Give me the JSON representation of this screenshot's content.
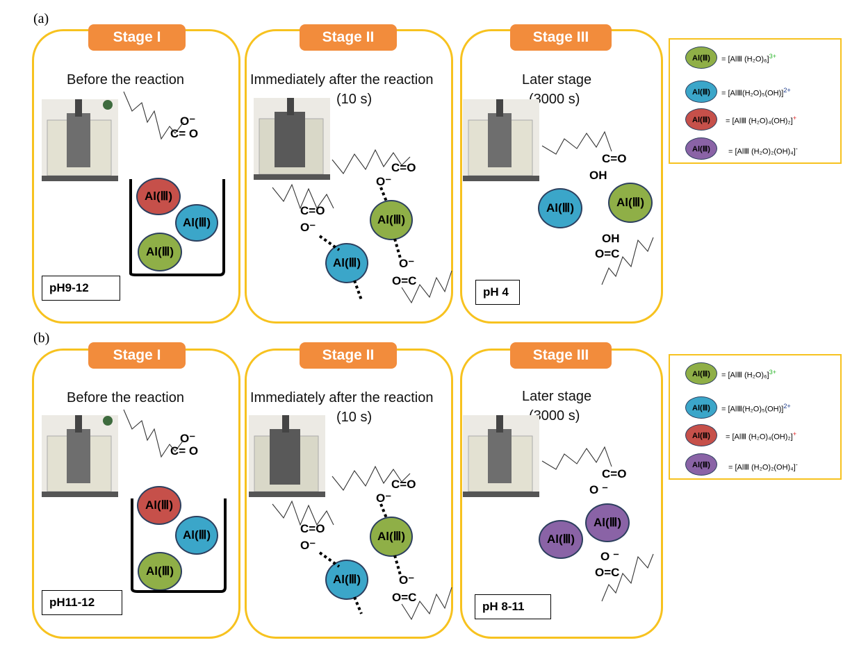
{
  "panel_labels": {
    "a": "(a)",
    "b": "(b)"
  },
  "stages": {
    "s1": "Stage I",
    "s2": "Stage II",
    "s3": "Stage III"
  },
  "titles": {
    "s1": "Before the reaction",
    "s2_l1": "Immediately  after the reaction",
    "s2_l2": "(10 s)",
    "s3_l1": "Later stage",
    "s3_l2": "(3000 s)"
  },
  "ion_label": "Al(Ⅲ)",
  "chem": {
    "o_minus": "O⁻",
    "c_eq_o_space": "C= O",
    "c_eq_o": "C=O",
    "o_eq_c": "O=C",
    "oh": "OH",
    "o_minus_spaced": "O ⁻"
  },
  "ph": {
    "a1": "pH9-12",
    "a3": "pH 4",
    "b1": "pH11-12",
    "b3": "pH 8-11"
  },
  "legend": {
    "eq": "=",
    "green": "[AlⅢ (H₂O)₆]",
    "green_sup": "3+",
    "blue": "[AlⅢ(H₂O)₅(OH)]",
    "blue_sup": "2+",
    "red": "[AlⅢ (H₂O)₄(OH)₂]",
    "red_sup": "+",
    "purple": "[AlⅢ (H₂O)₂(OH)₄]",
    "purple_sup": "-"
  },
  "colors": {
    "panel_border": "#f7c21f",
    "stage_badge": "#f28c3c",
    "green_ion": "#8faf47",
    "blue_ion": "#3ba6c9",
    "red_ion": "#c6504a",
    "purple_ion": "#8a63a6",
    "sup_green": "#2bb52b",
    "sup_blue": "#1a3a8a",
    "sup_red": "#e02020"
  }
}
